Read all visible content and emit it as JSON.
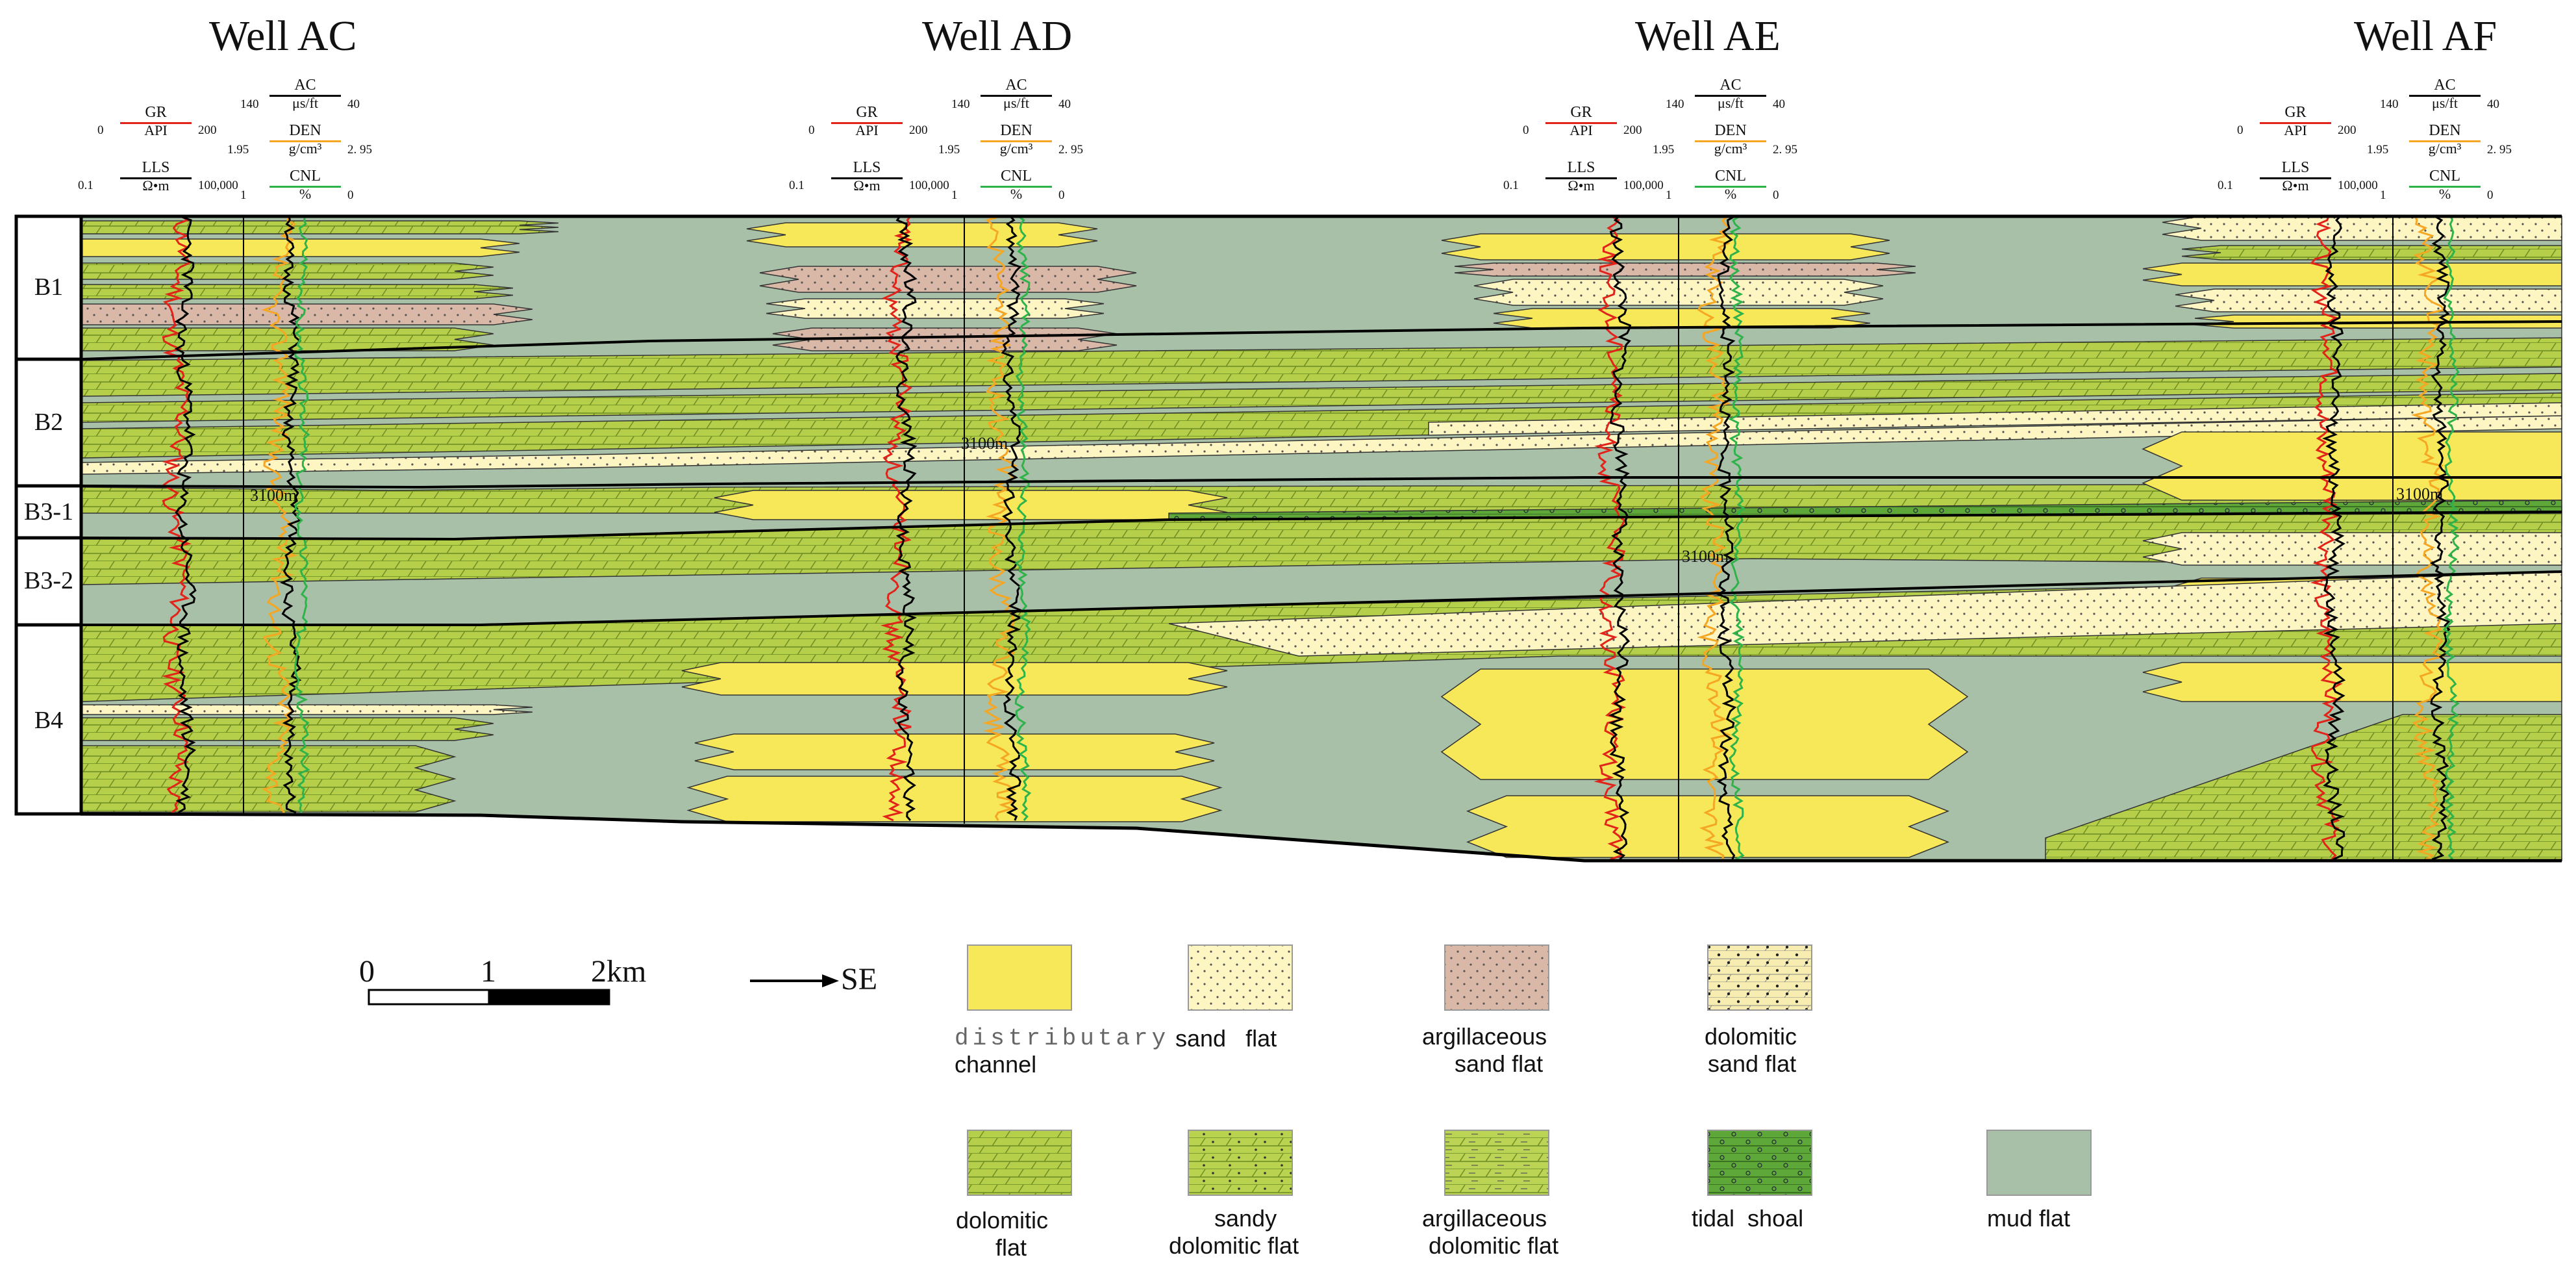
{
  "wells": [
    {
      "id": "ac",
      "title": "Well AC"
    },
    {
      "id": "ad",
      "title": "Well AD"
    },
    {
      "id": "ae",
      "title": "Well AE"
    },
    {
      "id": "af",
      "title": "Well AF"
    }
  ],
  "curve_headers": {
    "gr": {
      "name": "GR",
      "unit": "API",
      "lo": "0",
      "hi": "200",
      "color": "#e2231a"
    },
    "lls": {
      "name": "LLS",
      "unit": "Ω•m",
      "lo": "0.1",
      "hi": "100,000",
      "color": "#000000"
    },
    "ac": {
      "name": "AC",
      "unit": "μs/ft",
      "lo": "140",
      "hi": "40",
      "color": "#000000"
    },
    "den": {
      "name": "DEN",
      "unit": "g/cm³",
      "lo": "1.95",
      "hi": "2. 95",
      "color": "#f5a623"
    },
    "cnl": {
      "name": "CNL",
      "unit": "%",
      "lo": "1",
      "hi": "0",
      "color": "#2db34a"
    }
  },
  "units": [
    "B1",
    "B2",
    "B3-1",
    "B3-2",
    "B4"
  ],
  "depth_markers": [
    "3100m",
    "3100m",
    "3100m",
    "3100m"
  ],
  "scale_bar": {
    "labels": [
      "0",
      "1",
      "2km"
    ]
  },
  "direction": "SE",
  "legend": [
    {
      "key": "distributary_channel",
      "line1": "distributary",
      "line2": "channel",
      "color": "#f7e85a"
    },
    {
      "key": "sand_flat",
      "line1": "sand   flat",
      "line2": "",
      "color": "#fdf6c3"
    },
    {
      "key": "argillaceous_sand_flat",
      "line1": "argillaceous",
      "line2": "sand flat",
      "color": "#d9b8a8"
    },
    {
      "key": "dolomitic_sand_flat",
      "line1": "dolomitic",
      "line2": "sand flat",
      "color": "#f7edb0"
    },
    {
      "key": "dolomitic_flat",
      "line1": "dolomitic",
      "line2": "flat",
      "color": "#b5cf4a"
    },
    {
      "key": "sandy_dolomitic_flat",
      "line1": "sandy",
      "line2": "dolomitic flat",
      "color": "#b9d250"
    },
    {
      "key": "argillaceous_dolomitic_flat",
      "line1": "argillaceous",
      "line2": "dolomitic flat",
      "color": "#bcd455"
    },
    {
      "key": "tidal_shoal",
      "line1": "tidal  shoal",
      "line2": "",
      "color": "#5ea83a"
    },
    {
      "key": "mud_flat",
      "line1": "mud flat",
      "line2": "",
      "color": "#a9c0a8"
    }
  ],
  "colors": {
    "mud": "#a9c0a8",
    "dolo": "#b5cf4a",
    "channel": "#f7e85a",
    "sand": "#fdf6c3",
    "argsand": "#d9b8a8",
    "shoal": "#5ea83a",
    "gr": "#e2231a",
    "den": "#f5a623",
    "cnl": "#2db34a"
  }
}
